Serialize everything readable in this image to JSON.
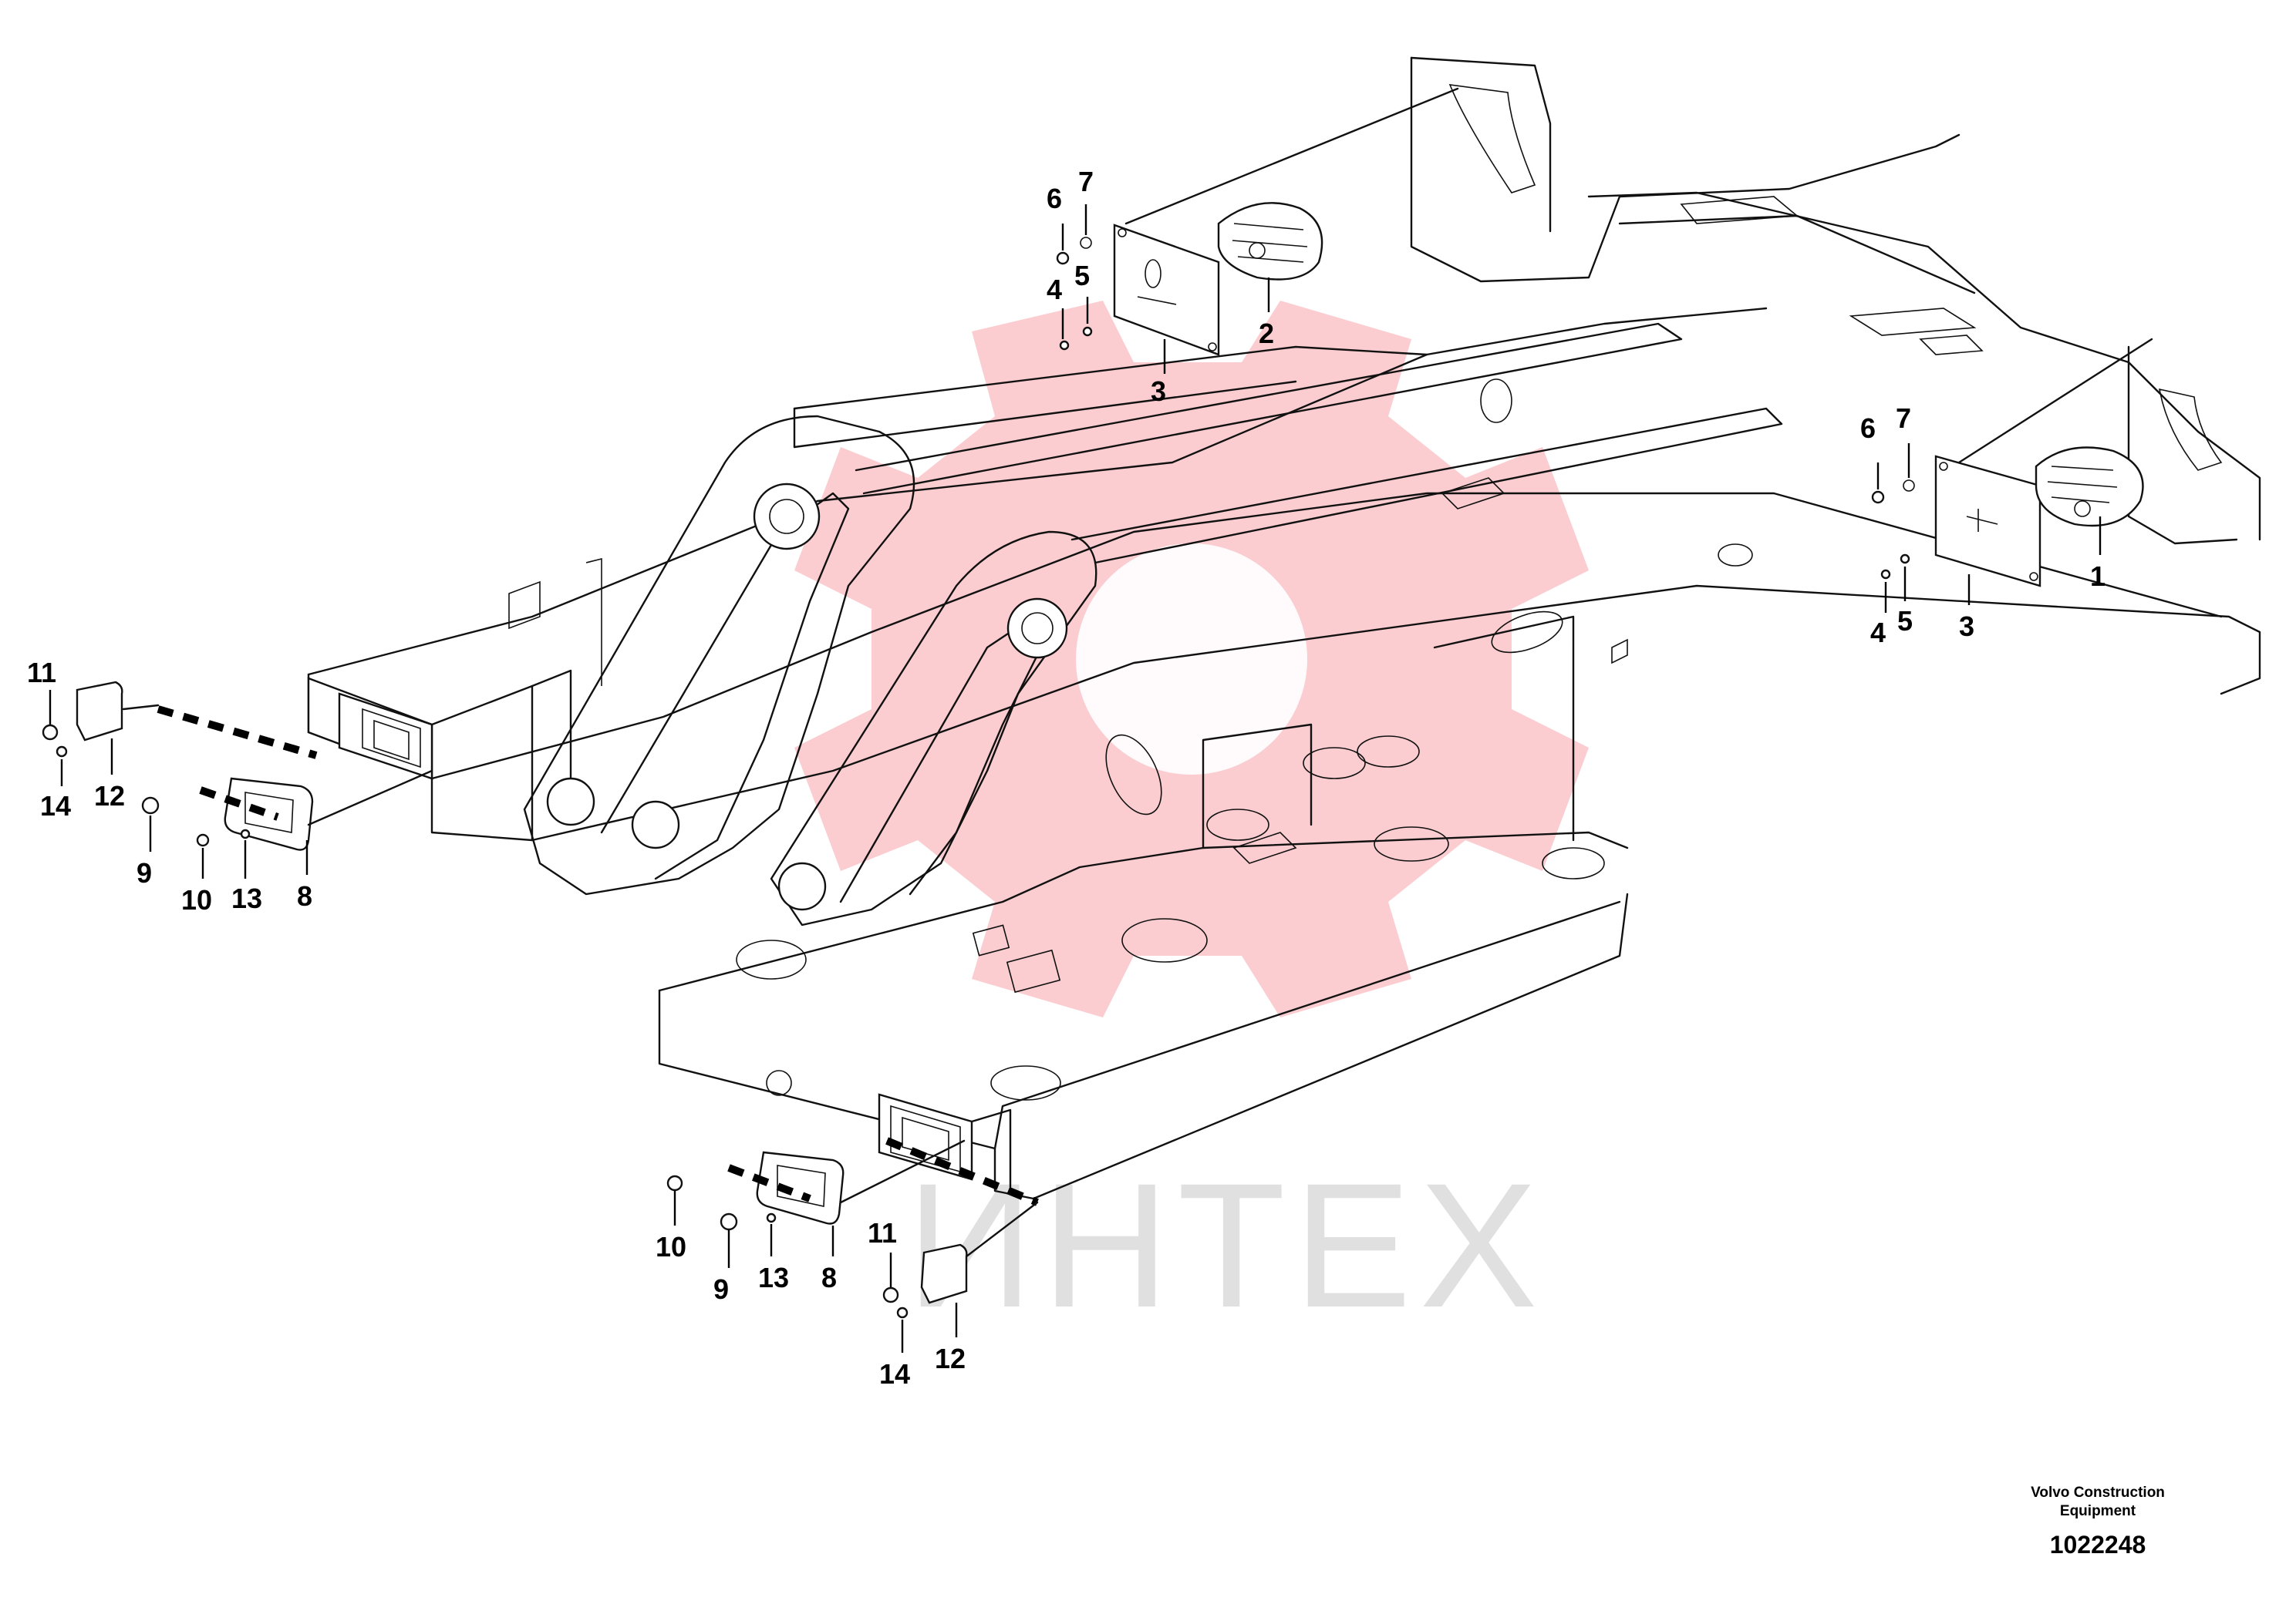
{
  "diagram": {
    "watermark": "ИНТЕХ",
    "title_block": {
      "maker_line1": "Volvo Construction",
      "maker_line2": "Equipment",
      "drawing_number": "1022248"
    },
    "callouts": {
      "upper_lamp": [
        "6",
        "7",
        "4",
        "5",
        "3",
        "2"
      ],
      "right_lamp": [
        "6",
        "7",
        "1",
        "4",
        "5",
        "3"
      ],
      "left_front": [
        "11",
        "12",
        "14",
        "9",
        "10",
        "13",
        "8"
      ],
      "bottom_front": [
        "10",
        "9",
        "13",
        "8",
        "11",
        "14",
        "12"
      ]
    }
  }
}
